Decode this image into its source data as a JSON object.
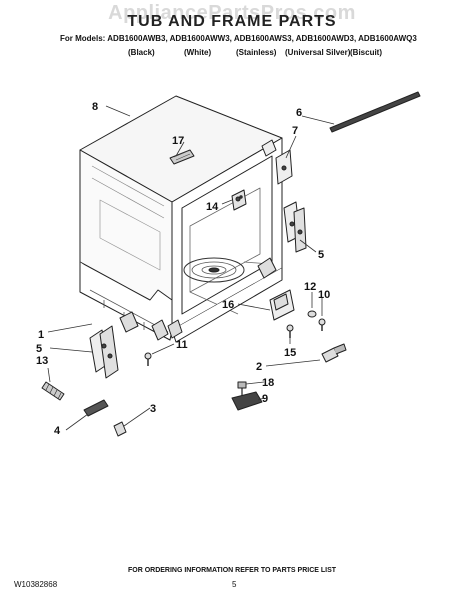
{
  "watermark": "AppliancePartsPros.com",
  "title": "TUB AND FRAME PARTS",
  "models_line": "For Models: ADB1600AWB3, ADB1600AWW3, ADB1600AWS3, ADB1600AWD3, ADB1600AWQ3",
  "color_variants": [
    "(Black)",
    "(White)",
    "(Stainless)",
    "(Universal Silver)",
    "(Biscuit)"
  ],
  "callouts": {
    "c1": "1",
    "c2": "2",
    "c3": "3",
    "c4": "4",
    "c5a": "5",
    "c5b": "5",
    "c6": "6",
    "c7": "7",
    "c8": "8",
    "c9": "9",
    "c10": "10",
    "c11": "11",
    "c12": "12",
    "c13": "13",
    "c14": "14",
    "c15": "15",
    "c16": "16",
    "c17": "17",
    "c18": "18"
  },
  "footer_note": "FOR ORDERING INFORMATION REFER TO PARTS PRICE LIST",
  "doc_number": "W10382868",
  "page_number": "5"
}
